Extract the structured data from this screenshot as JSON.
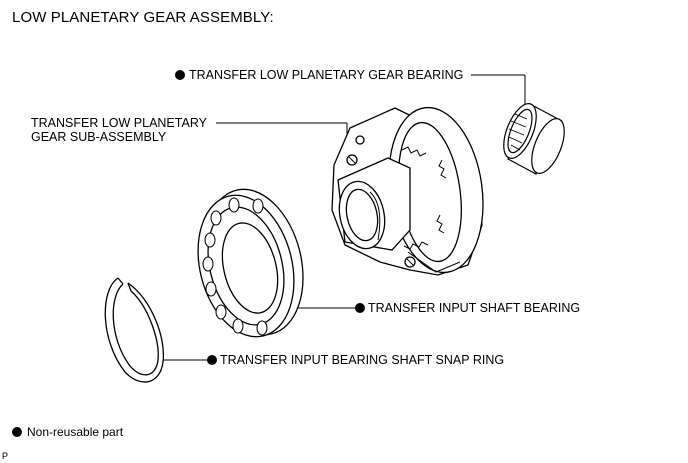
{
  "title": "LOW PLANETARY GEAR ASSEMBLY:",
  "labels": {
    "gear_bearing": "TRANSFER LOW PLANETARY GEAR BEARING",
    "sub_assembly_line1": "TRANSFER LOW PLANETARY",
    "sub_assembly_line2": "GEAR SUB-ASSEMBLY",
    "input_shaft_bearing": "TRANSFER INPUT SHAFT BEARING",
    "snap_ring": "TRANSFER INPUT BEARING SHAFT SNAP RING"
  },
  "legend": {
    "text": "Non-reusable part"
  },
  "figure_id": "P"
}
